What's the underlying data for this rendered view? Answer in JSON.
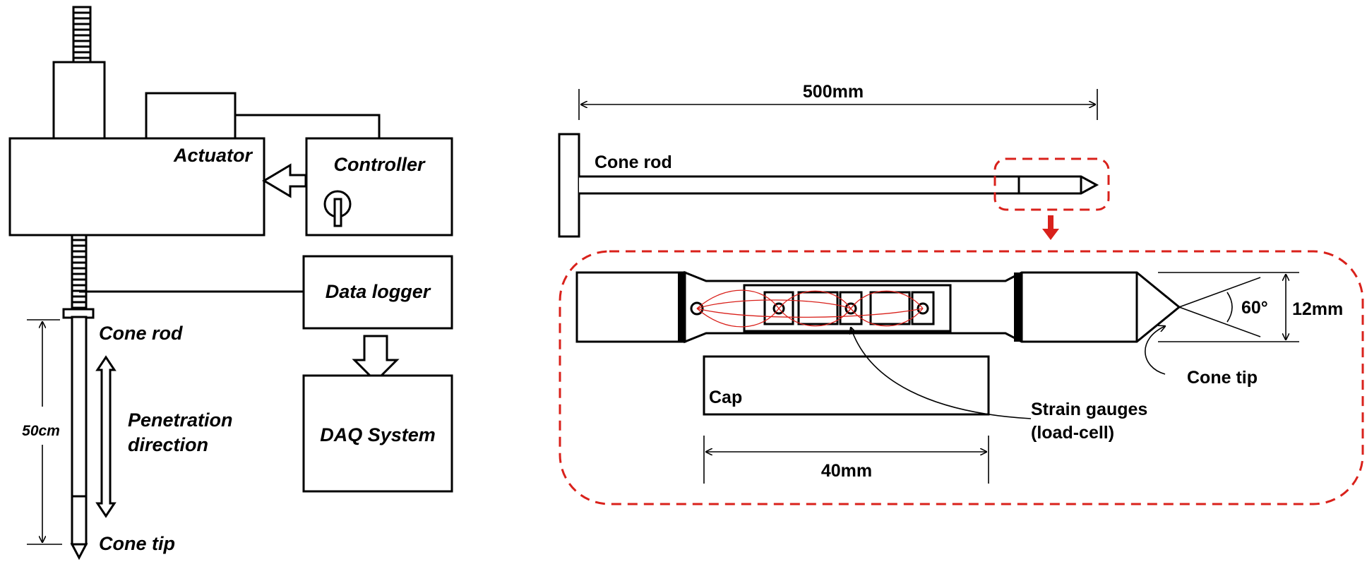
{
  "left_panel": {
    "actuator": "Actuator",
    "controller": "Controller",
    "data_logger": "Data logger",
    "daq_system": "DAQ System",
    "cone_rod": "Cone rod",
    "penetration_line1": "Penetration",
    "penetration_line2": "direction",
    "length": "50cm",
    "cone_tip": "Cone tip"
  },
  "right_panel": {
    "rod_length": "500mm",
    "cone_rod": "Cone rod",
    "angle": "60°",
    "diameter": "12mm",
    "cone_tip": "Cone tip",
    "cap": "Cap",
    "strain_line1": "Strain gauges",
    "strain_line2": "(load-cell)",
    "cap_length": "40mm"
  },
  "colors": {
    "highlight": "#d9211b",
    "ink": "#000000"
  }
}
